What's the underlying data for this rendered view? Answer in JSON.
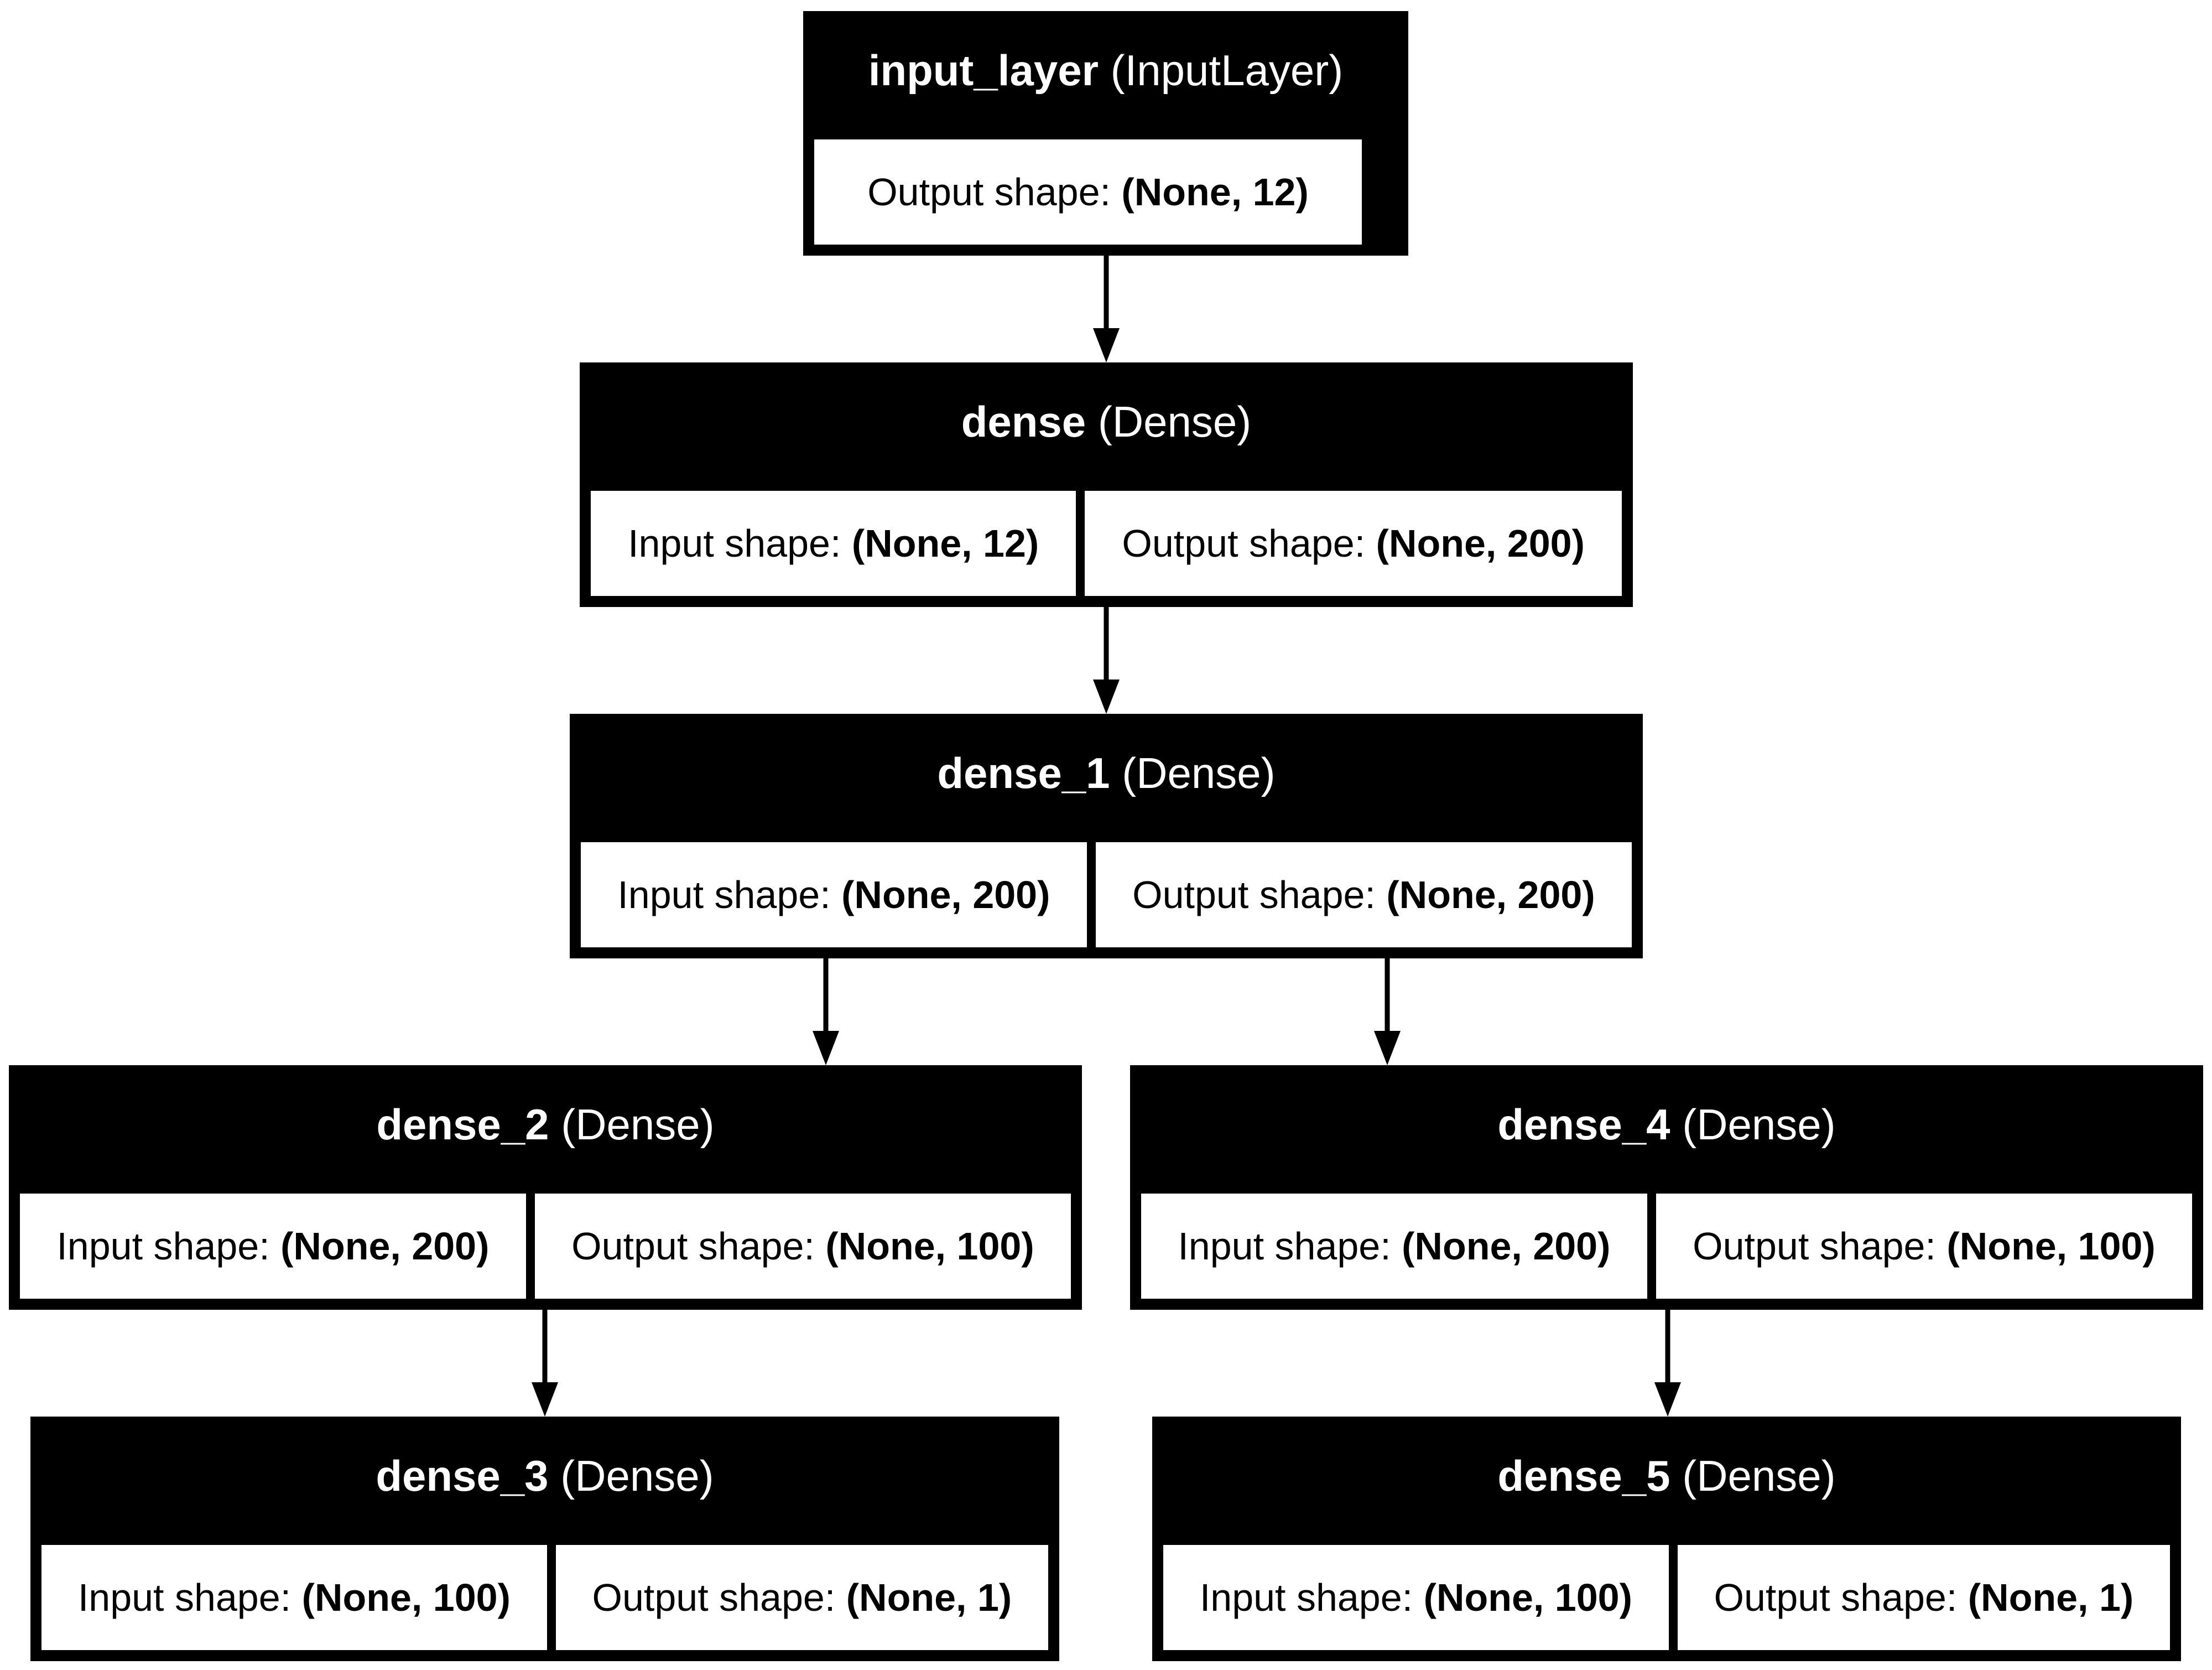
{
  "nodes": [
    {
      "name": "input_layer",
      "type": "(InputLayer)",
      "input_label": "",
      "input_value": "",
      "output_label": "Output shape:",
      "output_value": "(None, 12)"
    },
    {
      "name": "dense",
      "type": "(Dense)",
      "input_label": "Input shape:",
      "input_value": "(None, 12)",
      "output_label": "Output shape:",
      "output_value": "(None, 200)"
    },
    {
      "name": "dense_1",
      "type": "(Dense)",
      "input_label": "Input shape:",
      "input_value": "(None, 200)",
      "output_label": "Output shape:",
      "output_value": "(None, 200)"
    },
    {
      "name": "dense_2",
      "type": "(Dense)",
      "input_label": "Input shape:",
      "input_value": "(None, 200)",
      "output_label": "Output shape:",
      "output_value": "(None, 100)"
    },
    {
      "name": "dense_4",
      "type": "(Dense)",
      "input_label": "Input shape:",
      "input_value": "(None, 200)",
      "output_label": "Output shape:",
      "output_value": "(None, 100)"
    },
    {
      "name": "dense_3",
      "type": "(Dense)",
      "input_label": "Input shape:",
      "input_value": "(None, 100)",
      "output_label": "Output shape:",
      "output_value": "(None, 1)"
    },
    {
      "name": "dense_5",
      "type": "(Dense)",
      "input_label": "Input shape:",
      "input_value": "(None, 100)",
      "output_label": "Output shape:",
      "output_value": "(None, 1)"
    }
  ],
  "edges": [
    {
      "from": "input_layer",
      "to": "dense"
    },
    {
      "from": "dense",
      "to": "dense_1"
    },
    {
      "from": "dense_1",
      "to": "dense_2"
    },
    {
      "from": "dense_1",
      "to": "dense_4"
    },
    {
      "from": "dense_2",
      "to": "dense_3"
    },
    {
      "from": "dense_4",
      "to": "dense_5"
    }
  ]
}
